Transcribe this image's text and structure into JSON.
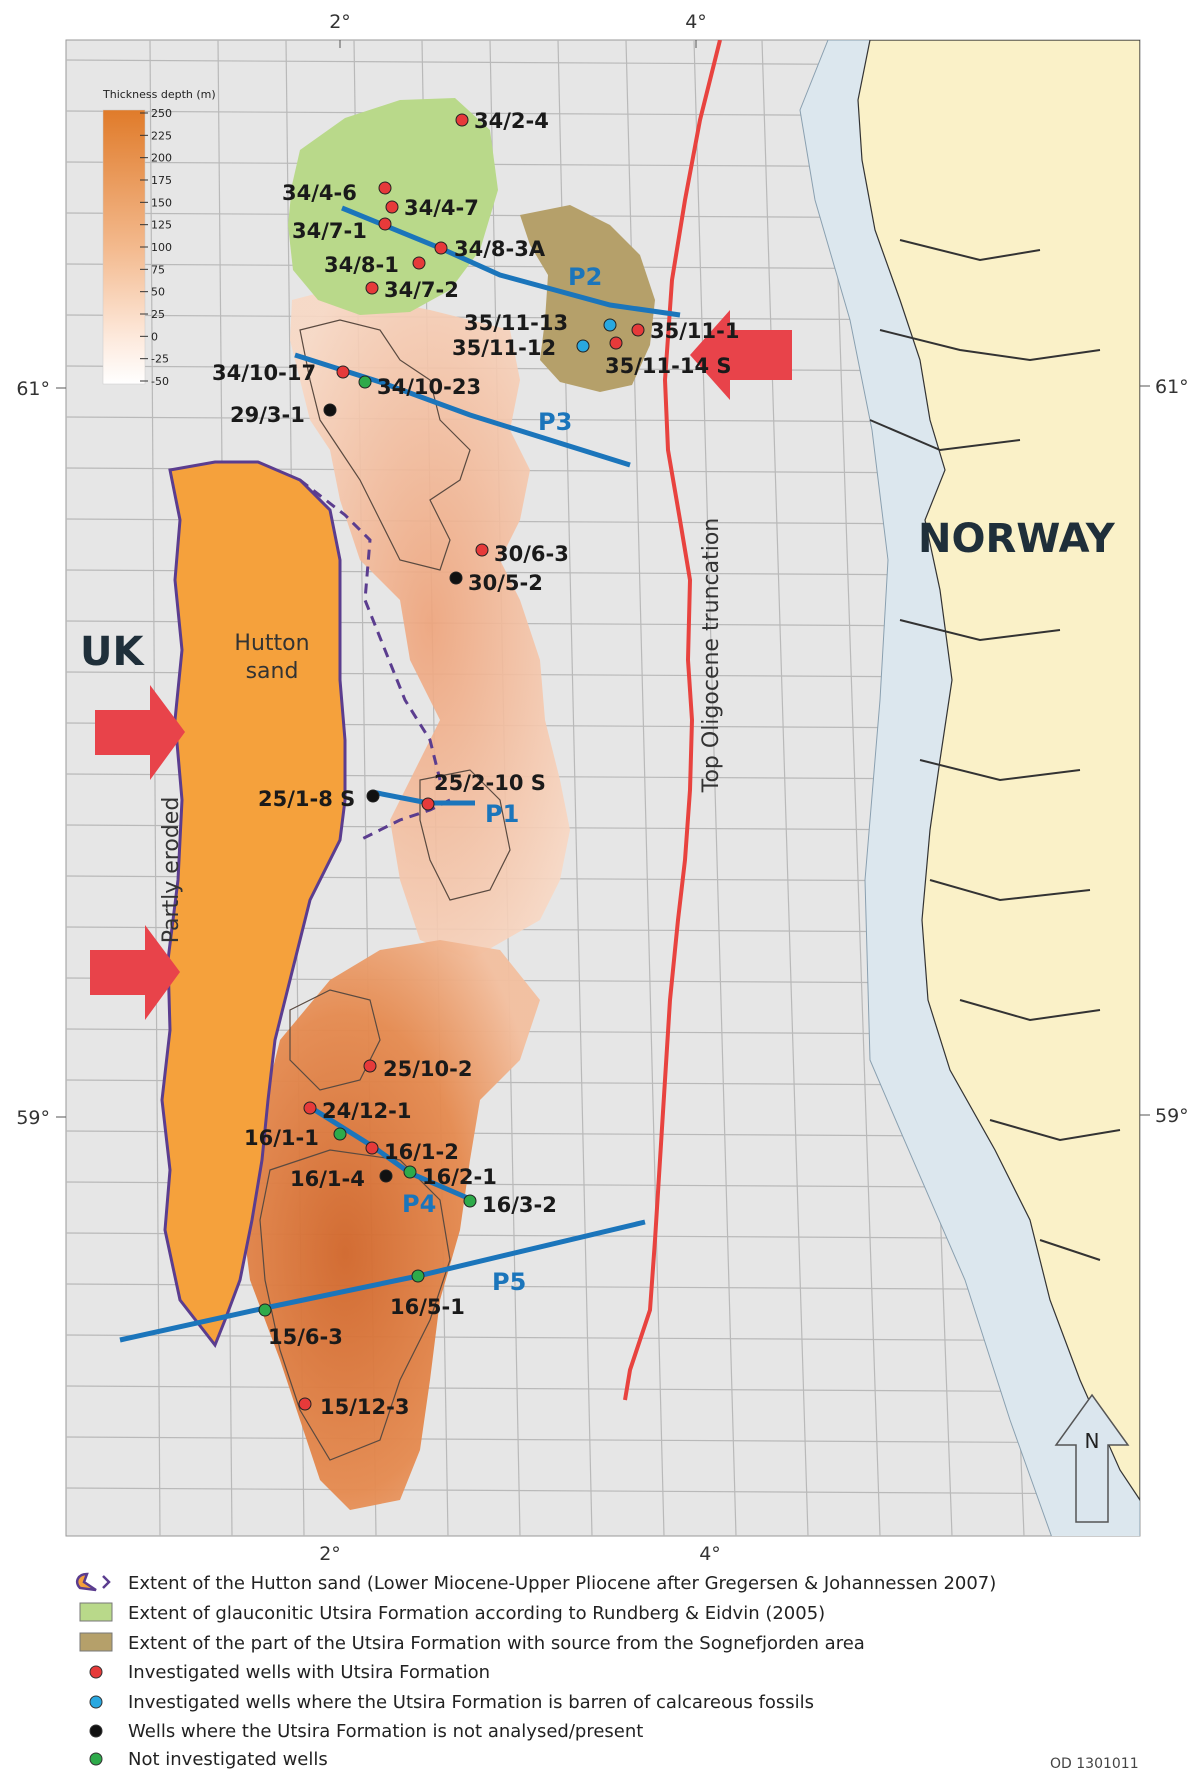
{
  "axes": {
    "top_ticks": [
      "2°",
      "4°"
    ],
    "bottom_ticks": [
      "2°",
      "4°"
    ],
    "left_ticks": [
      "61°",
      "59°"
    ],
    "right_ticks": [
      "61°",
      "59°"
    ]
  },
  "colorbar": {
    "title": "Thickness depth (m)",
    "ticks": [
      "250",
      "225",
      "200",
      "175",
      "150",
      "125",
      "100",
      "75",
      "50",
      "25",
      "0",
      "-25",
      "-50"
    ],
    "colors": {
      "top": "#e07b2a",
      "bottom": "#ffffff"
    }
  },
  "regions": {
    "uk": "UK",
    "norway": "NORWAY"
  },
  "hutton": {
    "line1": "Hutton",
    "line2": "sand",
    "eroded": "Partly eroded"
  },
  "truncation_label": "Top Oligocene truncation",
  "north_arrow": "N",
  "profiles": [
    "P1",
    "P2",
    "P3",
    "P4",
    "P5"
  ],
  "wells": [
    {
      "id": "34/2-4",
      "type": "utsira"
    },
    {
      "id": "34/4-6",
      "type": "utsira"
    },
    {
      "id": "34/4-7",
      "type": "utsira"
    },
    {
      "id": "34/7-1",
      "type": "utsira"
    },
    {
      "id": "34/8-3A",
      "type": "utsira"
    },
    {
      "id": "34/8-1",
      "type": "utsira"
    },
    {
      "id": "34/7-2",
      "type": "utsira"
    },
    {
      "id": "35/11-13",
      "type": "barren"
    },
    {
      "id": "35/11-12",
      "type": "barren"
    },
    {
      "id": "35/11-1",
      "type": "utsira"
    },
    {
      "id": "35/11-14 S",
      "type": "utsira"
    },
    {
      "id": "34/10-17",
      "type": "utsira"
    },
    {
      "id": "34/10-23",
      "type": "not_investigated"
    },
    {
      "id": "29/3-1",
      "type": "not_analysed"
    },
    {
      "id": "30/6-3",
      "type": "utsira"
    },
    {
      "id": "30/5-2",
      "type": "not_analysed"
    },
    {
      "id": "25/1-8 S",
      "type": "not_analysed"
    },
    {
      "id": "25/2-10 S",
      "type": "utsira"
    },
    {
      "id": "25/10-2",
      "type": "utsira"
    },
    {
      "id": "24/12-1",
      "type": "utsira"
    },
    {
      "id": "16/1-1",
      "type": "not_investigated"
    },
    {
      "id": "16/1-2",
      "type": "utsira"
    },
    {
      "id": "16/1-4",
      "type": "not_analysed"
    },
    {
      "id": "16/2-1",
      "type": "not_investigated"
    },
    {
      "id": "16/3-2",
      "type": "not_investigated"
    },
    {
      "id": "16/5-1",
      "type": "not_investigated"
    },
    {
      "id": "15/6-3",
      "type": "not_investigated"
    },
    {
      "id": "15/12-3",
      "type": "utsira"
    }
  ],
  "well_colors": {
    "utsira": "#e63a3a",
    "barren": "#29a8e0",
    "not_analysed": "#111111",
    "not_investigated": "#2eaa4a"
  },
  "area_colors": {
    "glauconitic": "#b9d98a",
    "sognefjorden": "#b5a06a",
    "hutton": "#f5a13c",
    "hutton_outline": "#5b3d8f",
    "land": "#faf1c8",
    "coastal_water": "#dce7ee",
    "profile_line": "#1b75bb",
    "truncation": "#e8433f",
    "arrow": "#e8434a"
  },
  "legend": [
    {
      "symbol": "hutton",
      "text": "Extent of the Hutton sand (Lower Miocene-Upper Pliocene after Gregersen & Johannessen 2007)"
    },
    {
      "symbol": "glauconitic",
      "text": "Extent of glauconitic Utsira Formation according to Rundberg & Eidvin (2005)"
    },
    {
      "symbol": "sognefjorden",
      "text": "Extent of the part of the Utsira Formation with source from the Sognefjorden area"
    },
    {
      "symbol": "utsira",
      "text": "Investigated wells with Utsira Formation"
    },
    {
      "symbol": "barren",
      "text": "Investigated wells where the Utsira Formation is barren of calcareous fossils"
    },
    {
      "symbol": "not_analysed",
      "text": "Wells where the Utsira Formation is not analysed/present"
    },
    {
      "symbol": "not_investigated",
      "text": "Not investigated wells"
    }
  ],
  "figure_code": "OD 1301011"
}
